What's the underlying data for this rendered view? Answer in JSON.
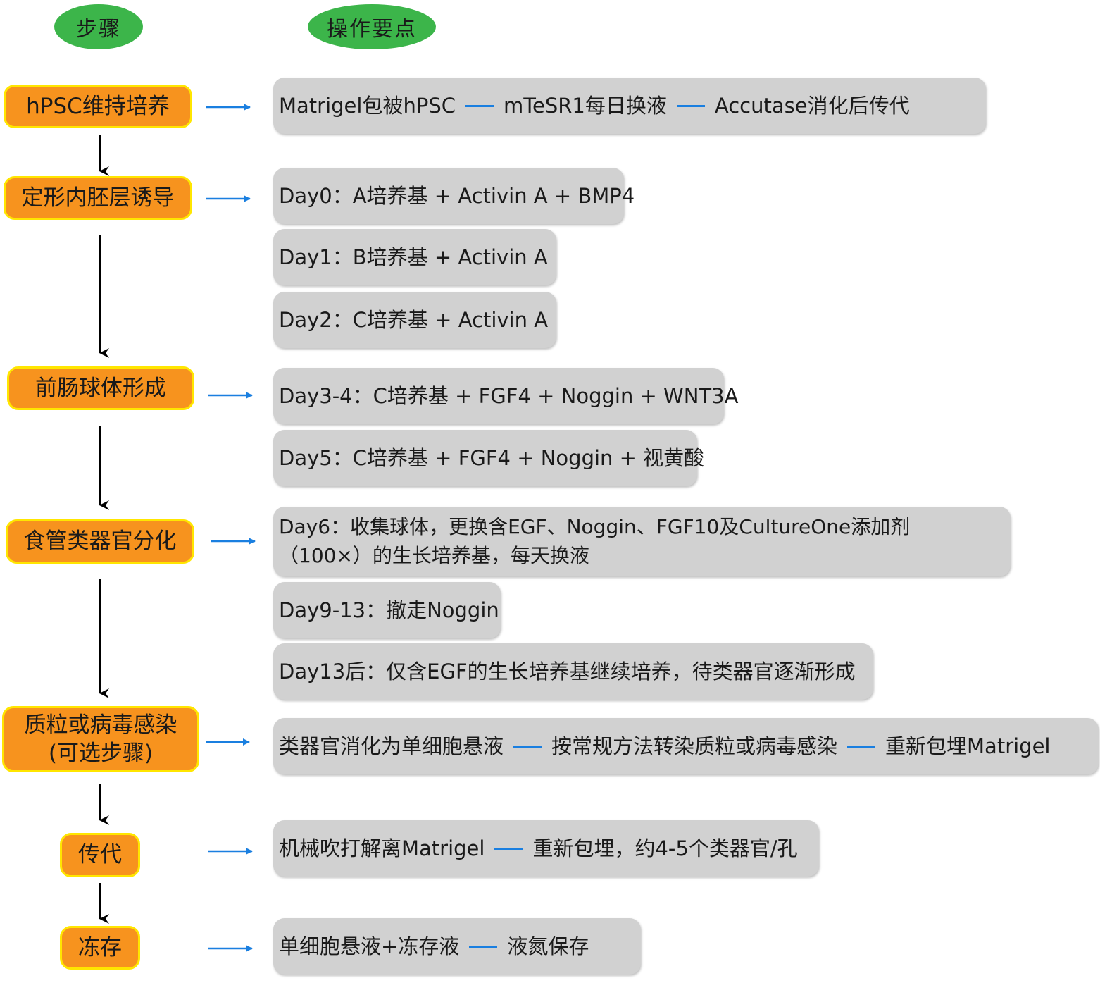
{
  "headers": {
    "steps": "步骤",
    "points": "操作要点"
  },
  "steps": [
    {
      "label": "hPSC维持培养"
    },
    {
      "label": "定形内胚层诱导"
    },
    {
      "label": "前肠球体形成"
    },
    {
      "label": "食管类器官分化"
    },
    {
      "label": "质粒或病毒感染\n(可选步骤)"
    },
    {
      "label": "传代"
    },
    {
      "label": "冻存"
    }
  ],
  "operations": [
    {
      "parts": [
        "Matrigel包被hPSC",
        "mTeSR1每日换液",
        "Accutase消化后传代"
      ]
    },
    {
      "parts": [
        "Day0：A培养基 + Activin A + BMP4"
      ]
    },
    {
      "parts": [
        "Day1：B培养基 + Activin A"
      ]
    },
    {
      "parts": [
        "Day2：C培养基 + Activin A"
      ]
    },
    {
      "parts": [
        "Day3-4：C培养基 + FGF4 + Noggin + WNT3A"
      ]
    },
    {
      "parts": [
        "Day5：C培养基 + FGF4 + Noggin + 视黄酸"
      ]
    },
    {
      "parts": [
        "Day6：收集球体，更换含EGF、Noggin、FGF10及CultureOne添加剂（100×）的生长培养基，每天换液"
      ]
    },
    {
      "parts": [
        "Day9-13：撤走Noggin"
      ]
    },
    {
      "parts": [
        "Day13后：仅含EGF的生长培养基继续培养，待类器官逐渐形成"
      ]
    },
    {
      "parts": [
        "类器官消化为单细胞悬液",
        "按常规方法转染质粒或病毒感染",
        "重新包埋Matrigel"
      ]
    },
    {
      "parts": [
        "机械吹打解离Matrigel",
        "重新包埋，约4-5个类器官/孔"
      ]
    },
    {
      "parts": [
        "单细胞悬液+冻存液",
        "液氮保存"
      ]
    }
  ],
  "colors": {
    "header_green": "#3cb54a",
    "step_orange": "#f7931e",
    "step_border": "#ffe600",
    "op_gray": "#d1d1d1",
    "arrow_blue": "#1a7fe0",
    "arrow_black": "#000000"
  }
}
